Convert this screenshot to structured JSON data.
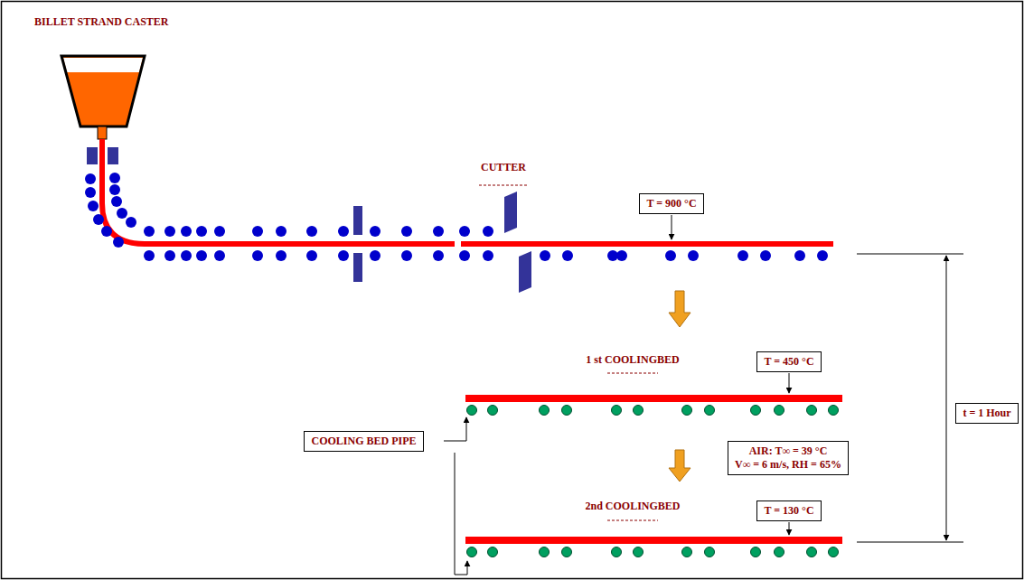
{
  "diagram": {
    "title": "BILLET STRAND CASTER",
    "nodes": [
      {
        "text": [
          "T = 900 °C"
        ]
      },
      {
        "text": [
          "T = 450 °C"
        ]
      },
      {
        "text": [
          "COOLING BED PIPE"
        ]
      },
      {
        "text": [
          "AIR: T∞ = 39 °C",
          "V∞ = 6 m/s, RH = 65%"
        ]
      },
      {
        "text": [
          "T = 130 °C"
        ]
      },
      {
        "text": [
          "t = 1 Hour"
        ]
      }
    ],
    "labels": [
      "CUTTER",
      "1 st COOLINGBED",
      "2nd COOLINGBED"
    ]
  }
}
